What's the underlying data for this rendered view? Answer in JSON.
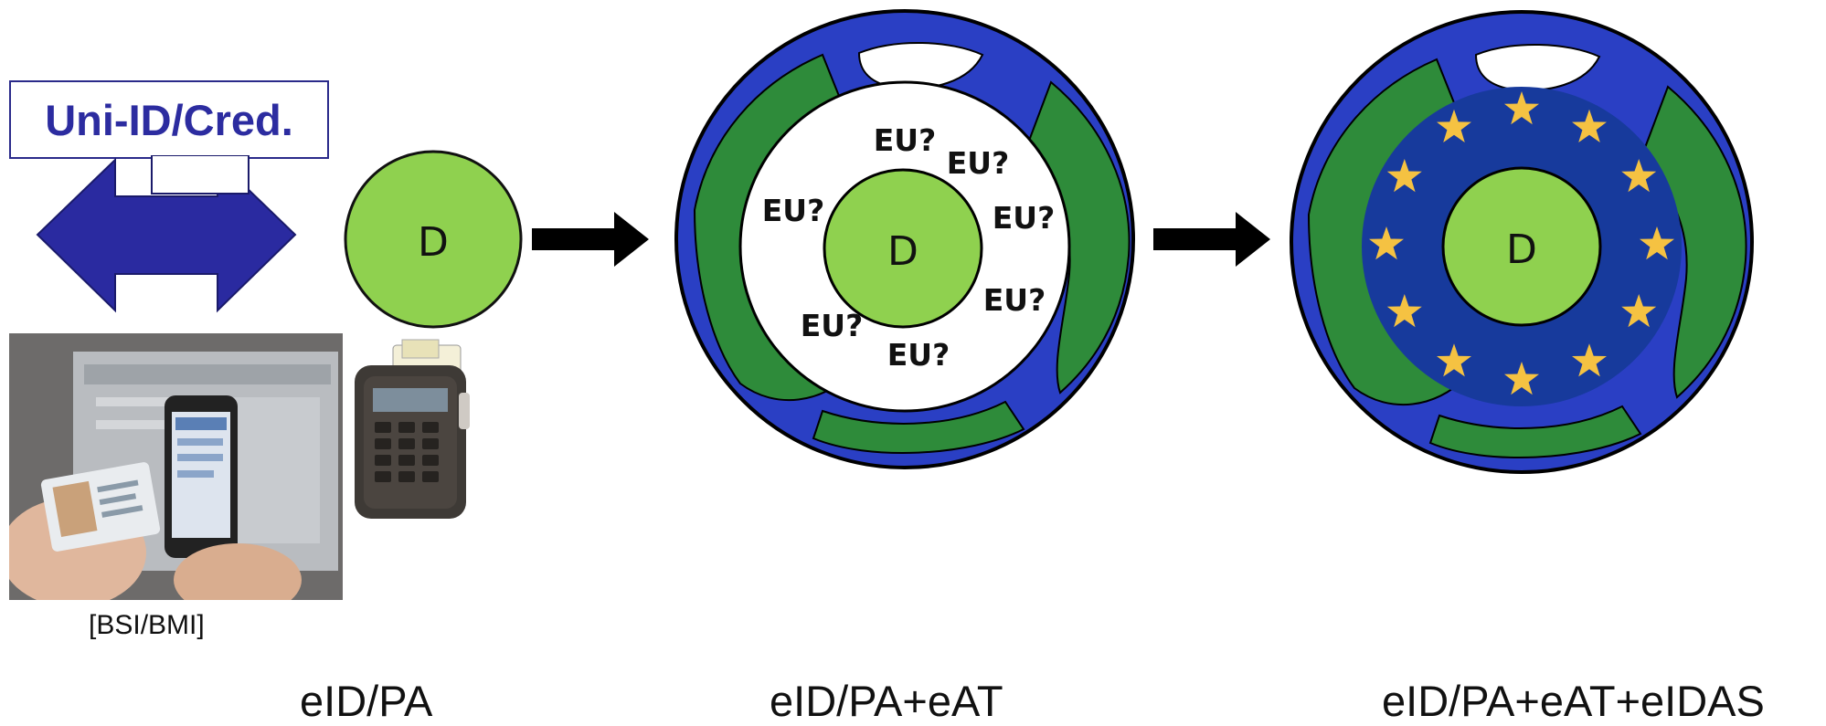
{
  "uni_box": {
    "label": "Uni-ID/Cred."
  },
  "source_note": "[BSI/BMI]",
  "circles": {
    "stage1_center": "D",
    "stage2_center": "D",
    "stage3_center": "D",
    "eu_question": "EU?"
  },
  "captions": {
    "stage1": "eID/PA",
    "stage2": "eID/PA+eAT",
    "stage3": "eID/PA+eAT+eIDAS"
  },
  "colors": {
    "ocean": "#2a3fc4",
    "land": "#2e8b3a",
    "green_circle": "#8fd14f",
    "eu_blue": "#173a9c",
    "star": "#f5c242",
    "arrow_blue": "#2a2aa0",
    "black_arrow": "#000000"
  },
  "icons": {
    "double_arrow": "double-arrow-icon",
    "card_reader": "card-reader-icon",
    "phone_photo": "phone-id-photo"
  }
}
